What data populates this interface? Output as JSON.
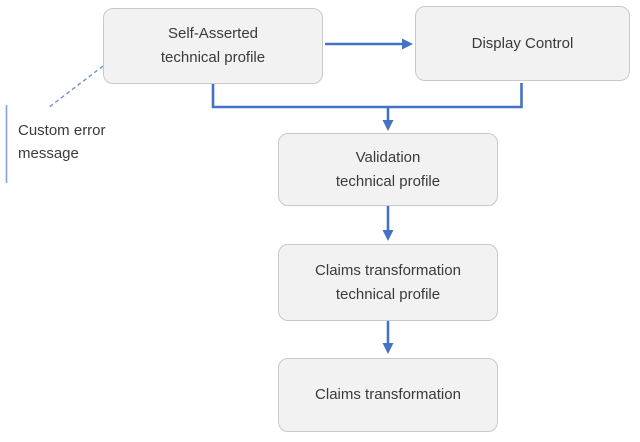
{
  "diagram": {
    "colors": {
      "connector": "#4472c4",
      "dashed_line": "#6d94d1",
      "annotation_bar": "#8faadc",
      "box_fill": "#f2f2f2",
      "box_border": "#c9c9c9",
      "text": "#3a3a3a"
    },
    "nodes": {
      "self_asserted": {
        "label": "Self-Asserted\ntechnical profile"
      },
      "display_control": {
        "label": "Display Control"
      },
      "validation": {
        "label": "Validation\ntechnical profile"
      },
      "claims_transformation_profile": {
        "label": "Claims transformation\ntechnical profile"
      },
      "claims_transformation": {
        "label": "Claims transformation"
      }
    },
    "annotation": {
      "label": "Custom error\nmessage"
    }
  }
}
